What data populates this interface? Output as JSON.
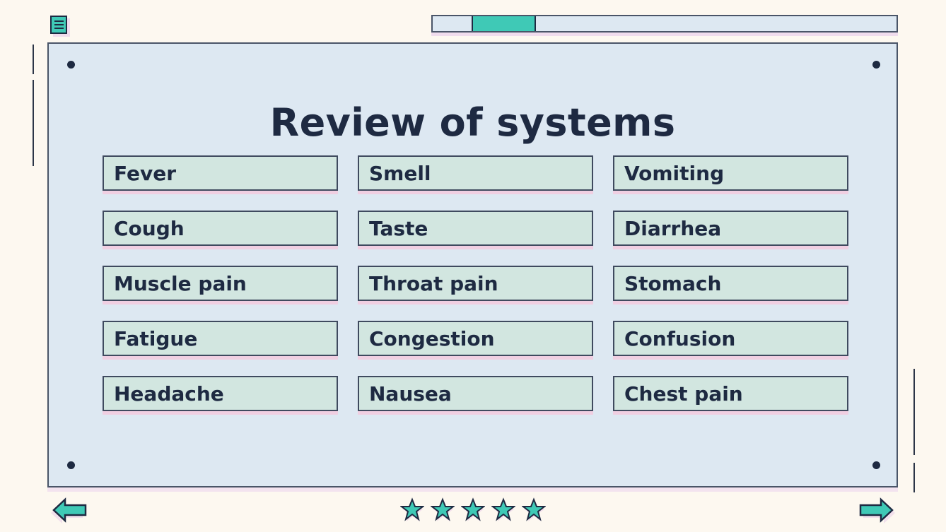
{
  "theme": {
    "background": "#fdf8f0",
    "card_background": "#dde8f2",
    "accent_teal": "#3fc9b6",
    "shadow_pink": "#f0cfe2",
    "ink_navy": "#1e2a42",
    "button_fill": "#d2e6e0"
  },
  "topbar": {
    "menu_icon": "hamburger-menu-icon",
    "progress": {
      "current_step": 2,
      "total_steps": 12,
      "fill_percent": 14,
      "offset_percent": 8.33
    }
  },
  "card": {
    "title": "Review of systems",
    "columns": [
      {
        "items": [
          {
            "label": "Fever"
          },
          {
            "label": "Cough"
          },
          {
            "label": "Muscle pain"
          },
          {
            "label": "Fatigue"
          },
          {
            "label": "Headache"
          }
        ]
      },
      {
        "items": [
          {
            "label": "Smell"
          },
          {
            "label": "Taste"
          },
          {
            "label": "Throat pain"
          },
          {
            "label": "Congestion"
          },
          {
            "label": "Nausea"
          }
        ]
      },
      {
        "items": [
          {
            "label": "Vomiting"
          },
          {
            "label": "Diarrhea"
          },
          {
            "label": "Stomach"
          },
          {
            "label": "Confusion"
          },
          {
            "label": "Chest pain"
          }
        ]
      }
    ]
  },
  "footer": {
    "prev_icon": "arrow-left-icon",
    "next_icon": "arrow-right-icon",
    "rating": {
      "icon": "star-icon",
      "count": 5,
      "filled": 5
    }
  }
}
